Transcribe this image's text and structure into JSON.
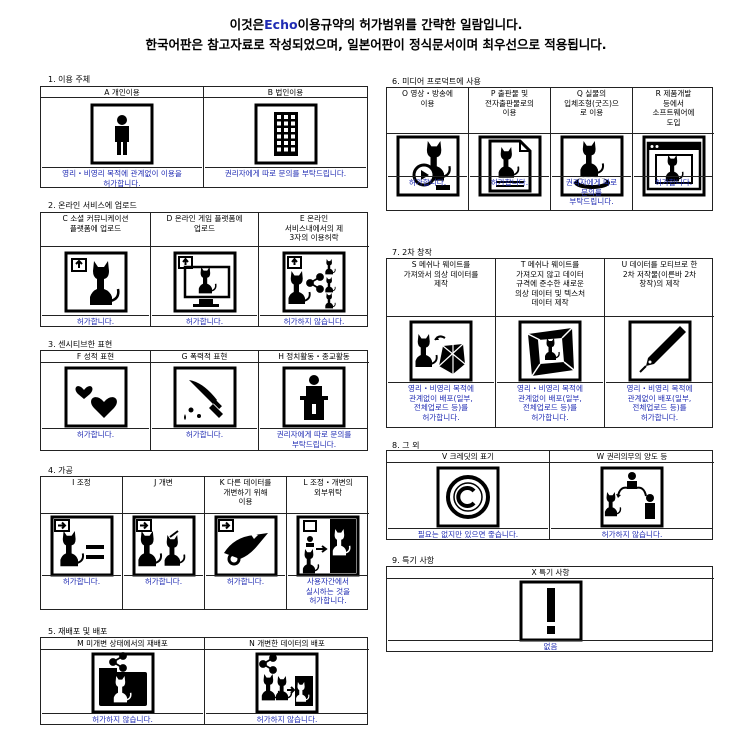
{
  "header": {
    "line1_pre": "이것은",
    "line1_brand": "Echo",
    "line1_post": "이용규약의 허가범위를 간략한 일람입니다.",
    "line2": "한국어판은 참고자료로 작성되었으며, 일본어판이 정식문서이며 최우선으로 적용됩니다."
  },
  "colors": {
    "accent": "#1f2bb3",
    "border": "#222222"
  },
  "sections": [
    {
      "id": "s1",
      "title": "1. 이용 주체",
      "items": [
        {
          "label": "A 개인이용",
          "icon": "person-icon",
          "result": "영리・비영리 목적에 관계없이 이용을\n허가합니다."
        },
        {
          "label": "B 법인이용",
          "icon": "building-icon",
          "result": "권리자에게 따로 문의를 부탁드립니다."
        }
      ]
    },
    {
      "id": "s2",
      "title": "2. 온라인 서비스에 업로드",
      "items": [
        {
          "label": "C 소셜 커뮤니케이션\n플랫폼에 업로드",
          "icon": "upload-cat-icon",
          "result": "허가합니다."
        },
        {
          "label": "D 온라인 게임 플랫폼에\n업로드",
          "icon": "game-upload-icon",
          "result": "허가합니다."
        },
        {
          "label": "E 온라인\n서비스내에서의 제\n3자의 이용허락",
          "icon": "share-cat-icon",
          "result": "허가하지 않습니다."
        }
      ]
    },
    {
      "id": "s3",
      "title": "3. 센시티브한 표현",
      "items": [
        {
          "label": "F 성적 표현",
          "icon": "hearts-icon",
          "result": "허가합니다."
        },
        {
          "label": "G 폭력적 표현",
          "icon": "knife-icon",
          "result": "허가합니다."
        },
        {
          "label": "H 정치활동・종교활동",
          "icon": "podium-icon",
          "result": "권리자에게 따로 문의를\n부탁드립니다."
        }
      ]
    },
    {
      "id": "s4",
      "title": "4. 가공",
      "items": [
        {
          "label": "I 조정",
          "icon": "adjust-icon",
          "result": "허가합니다."
        },
        {
          "label": "J 개변",
          "icon": "modify-icon",
          "result": "허가합니다."
        },
        {
          "label": "K 다른 데이터를\n개변하기 위해\n이용",
          "icon": "transform-icon",
          "result": "허가합니다."
        },
        {
          "label": "L 조정・개변의\n외부위탁",
          "icon": "outsource-icon",
          "result": "사용자간에서\n실시하는 것을\n허가합니다."
        }
      ]
    },
    {
      "id": "s5",
      "title": "5. 재배포 및 배포",
      "items": [
        {
          "label": "M 미개변 상태에서의 재배포",
          "icon": "share-folder-icon",
          "result": "허가하지 않습니다."
        },
        {
          "label": "N 개변한 데이터의 배포",
          "icon": "share-modified-icon",
          "result": "허가하지 않습니다."
        }
      ]
    },
    {
      "id": "s6",
      "title": "6. 미디어 프로덕트에 사용",
      "items": [
        {
          "label": "O 영상・방송에\n이용",
          "icon": "video-icon",
          "result": "허가합니다."
        },
        {
          "label": "P 출판물 및\n전자출판물로의\n이용",
          "icon": "publication-icon",
          "result": "허가합니다."
        },
        {
          "label": "Q 실물의\n입체조형(굿즈)으\n로 이용",
          "icon": "figure-icon",
          "result": "권리자에게 따로\n문의를\n부탁드립니다."
        },
        {
          "label": "R 제품개발\n등에서\n소프트웨어에\n도입",
          "icon": "software-icon",
          "result": "허가합니다."
        }
      ]
    },
    {
      "id": "s7",
      "title": "7. 2차 창작",
      "items": [
        {
          "label": "S 메쉬나 웨이트를\n가져와서 의상 데이터를\n제작",
          "icon": "mesh-icon",
          "result": "영리・비영리 목적에\n관계없이 배포(일부,\n전체업로드 등)를\n허가합니다."
        },
        {
          "label": "T 메쉬나 웨이트를\n가져오지 않고 데이터\n규격에 준수한 새로운\n의상 데이터 및 텍스처\n데이터 제작",
          "icon": "texture-icon",
          "result": "영리・비영리 목적에\n관계없이 배포(일부,\n전체업로드 등)를\n허가합니다."
        },
        {
          "label": "U 데이터를 모티브로 한\n2차 저작물(이른바 2차\n창작)의 제작",
          "icon": "pen-icon",
          "result": "영리・비영리 목적에\n관계없이 배포(일부,\n전체업로드 등)를\n허가합니다."
        }
      ]
    },
    {
      "id": "s8",
      "title": "8. 그 외",
      "items": [
        {
          "label": "V 크레딧의 표기",
          "icon": "copyright-icon",
          "result": "필요는 없지만 있으면 좋습니다."
        },
        {
          "label": "W 권리의무의 양도 등",
          "icon": "transfer-icon",
          "result": "허가하지 않습니다."
        }
      ]
    },
    {
      "id": "s9",
      "title": "9. 특기 사항",
      "items": [
        {
          "label": "X 특기 사항",
          "icon": "exclamation-icon",
          "result": "없음"
        }
      ]
    }
  ]
}
